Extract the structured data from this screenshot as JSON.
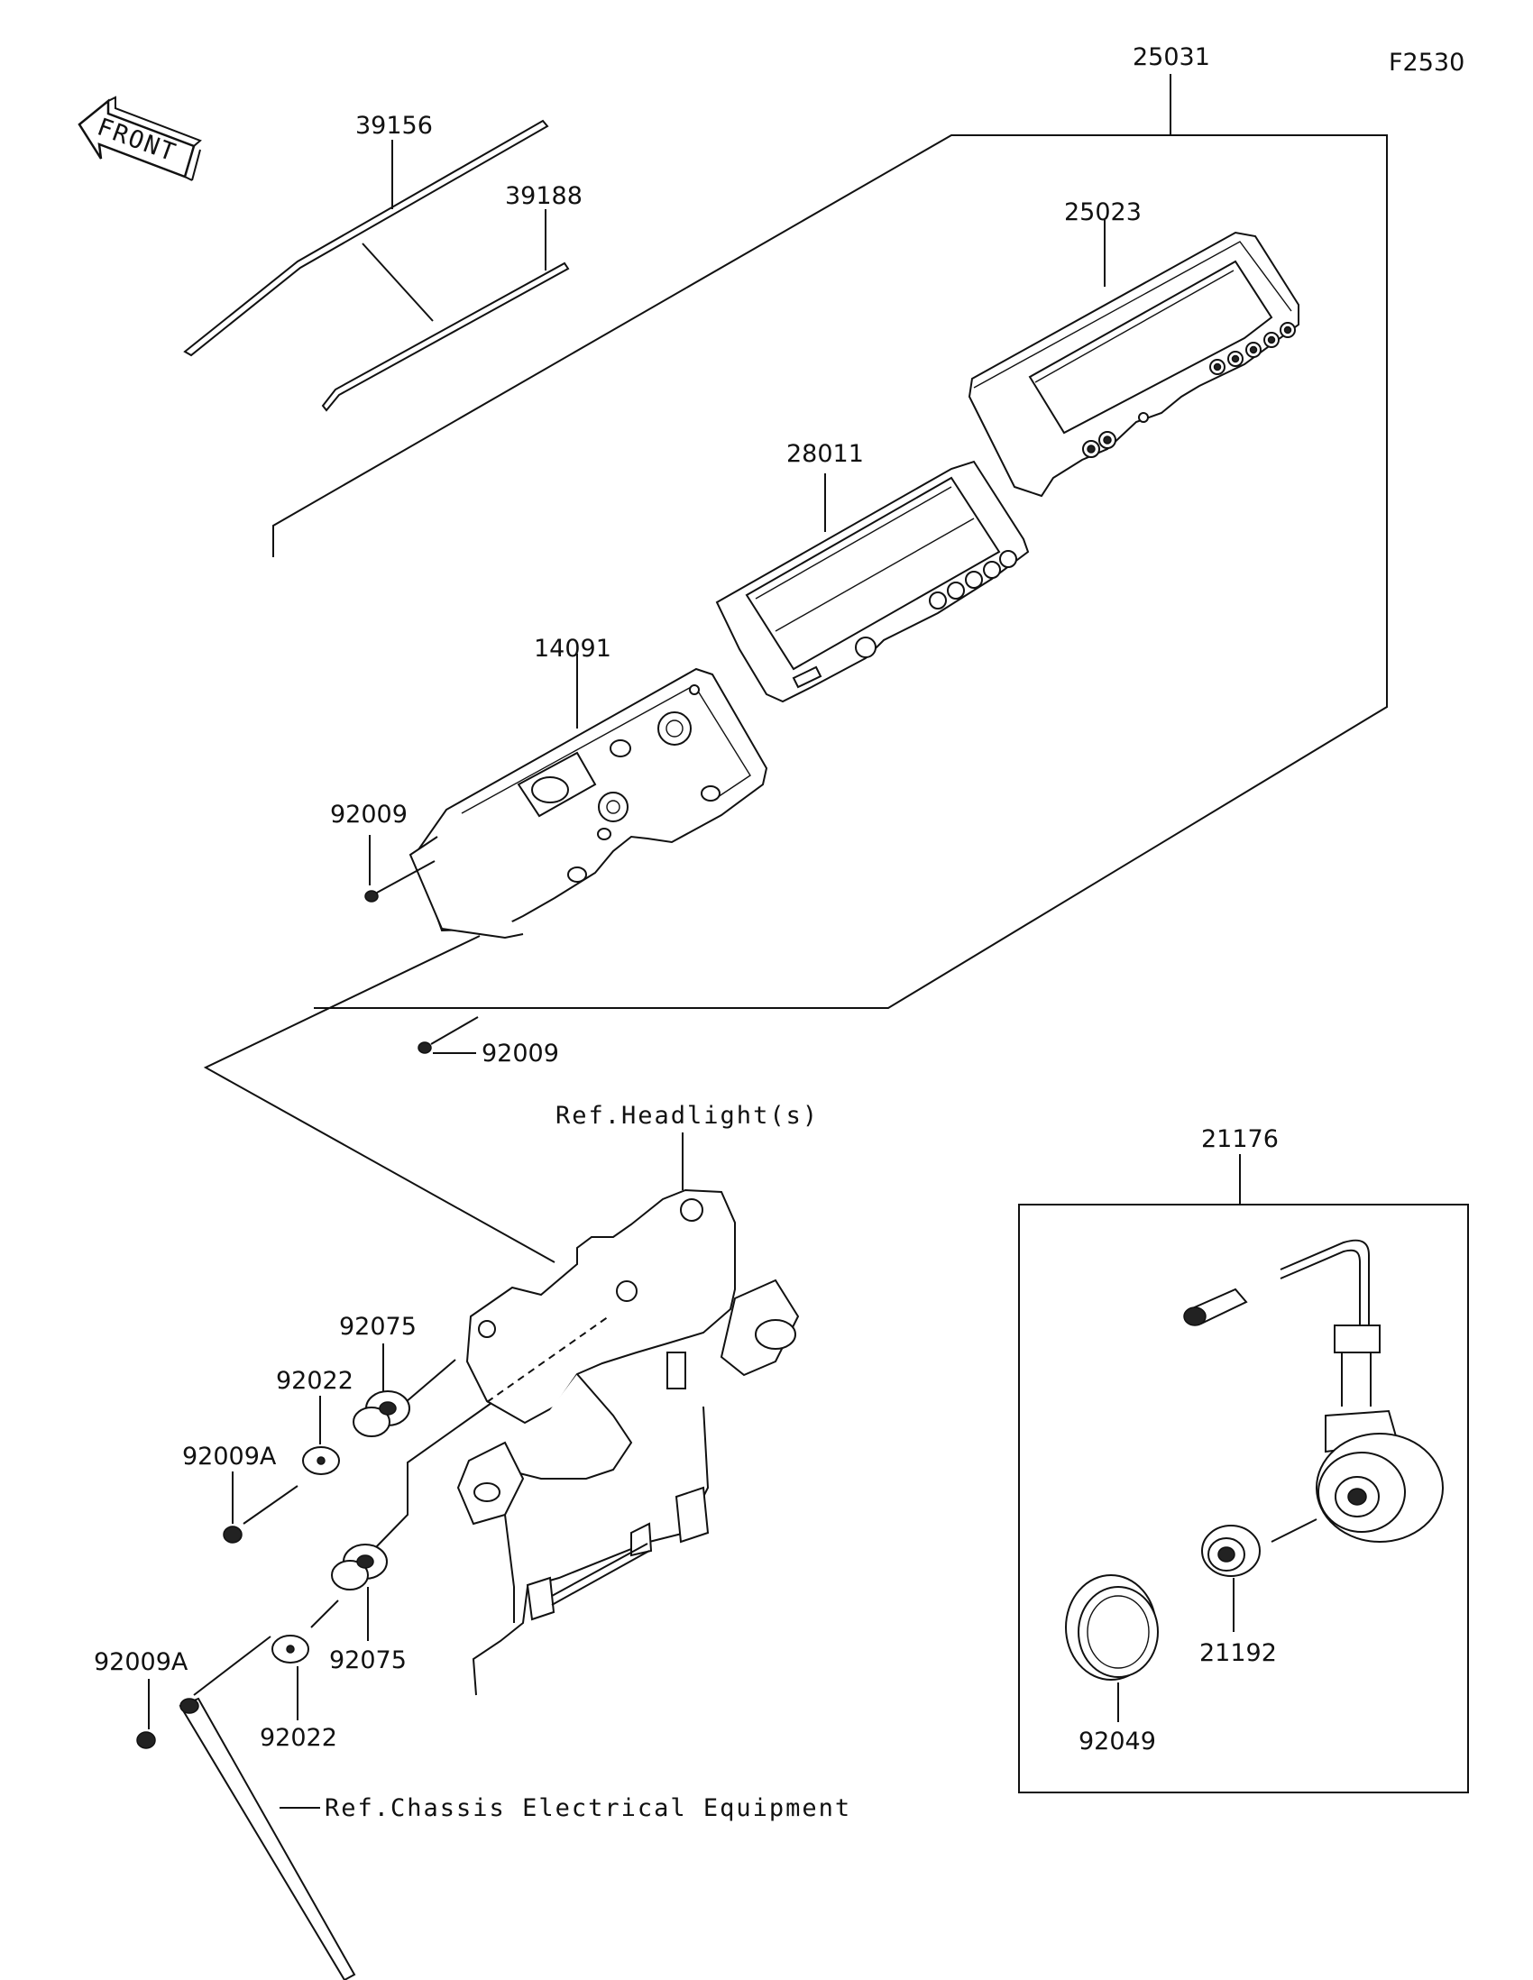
{
  "figure_id": "F2530",
  "front_label": "FRONT",
  "callouts": {
    "p25031": "25031",
    "p39156": "39156",
    "p39188": "39188",
    "p25023": "25023",
    "p28011": "28011",
    "p14091": "14091",
    "p92009_top": "92009",
    "p92009_bottom": "92009",
    "ref_headlight": "Ref.Headlight(s)",
    "p92075_top": "92075",
    "p92022_top": "92022",
    "p92009A_top": "92009A",
    "p92075_bottom": "92075",
    "p92022_bottom": "92022",
    "p92009A_bottom": "92009A",
    "ref_chassis": "Ref.Chassis Electrical Equipment",
    "p21176": "21176",
    "p21192": "21192",
    "p92049": "92049"
  }
}
